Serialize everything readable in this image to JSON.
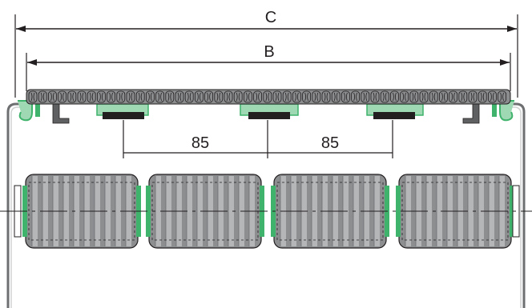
{
  "dimensions": {
    "overall_label": "C",
    "chain_label": "B",
    "spacing_left_label": "85",
    "spacing_right_label": "85"
  },
  "colors": {
    "line": "#231f20",
    "guide_green": "#3fb26b",
    "guide_green_light": "#9ed9b4",
    "wear_strip": "#231f20",
    "chain_link": "#8a8c8e",
    "chain_link_dark": "#5e6062",
    "roller_base": "#8c8e90",
    "roller_stripe_light": "#b4b6b8",
    "frame": "#6d6f71"
  }
}
